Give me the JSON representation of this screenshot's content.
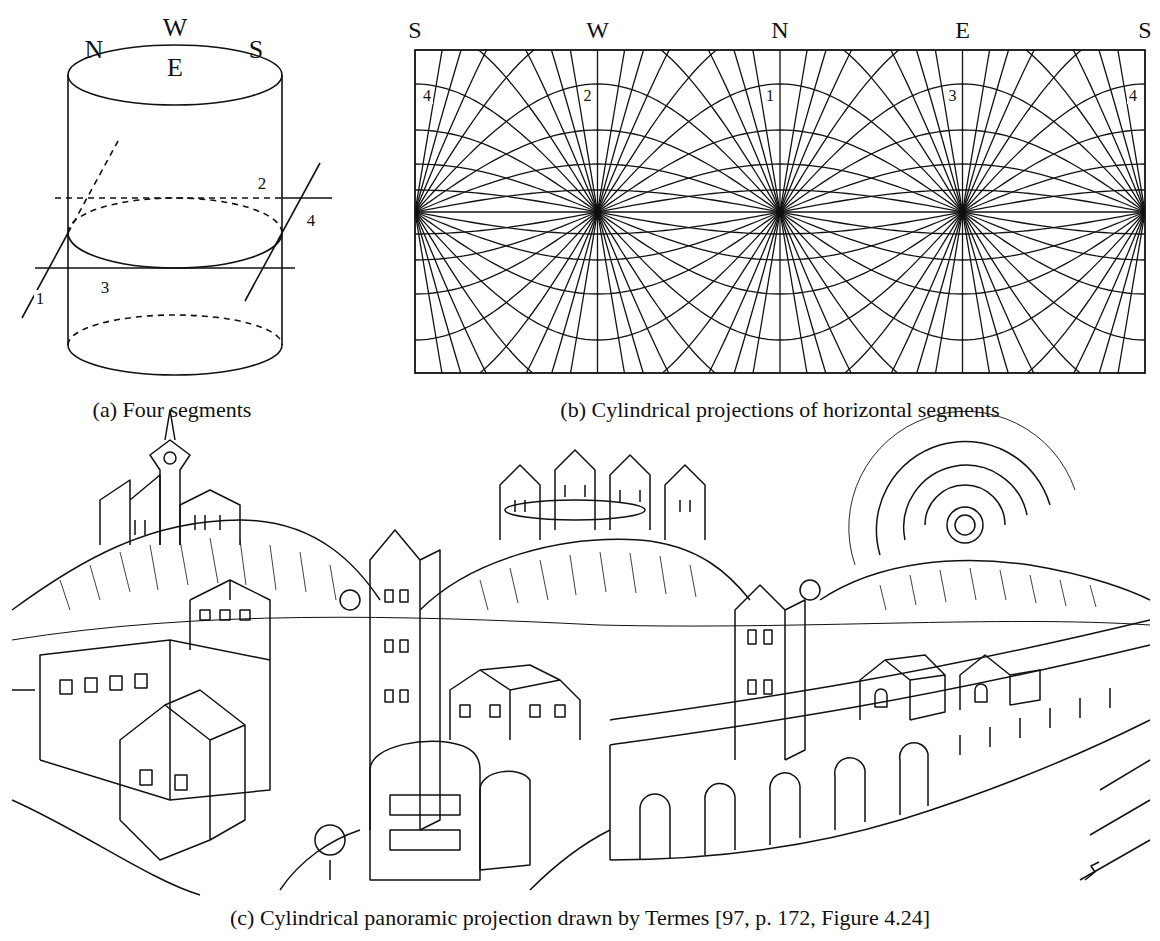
{
  "diagram": {
    "labels": [
      "N",
      "W",
      "E",
      "S",
      "2",
      "4",
      "1",
      "3",
      "(a) Four segments",
      "S",
      "W",
      "N",
      "E",
      "S",
      "4",
      "2",
      "1",
      "3",
      "4",
      "(b) Cylindrical projections of horizontal segments",
      "(c) Cylindrical panoramic projection drawn by Termes [97, p. 172, Figure 4.24]"
    ]
  }
}
